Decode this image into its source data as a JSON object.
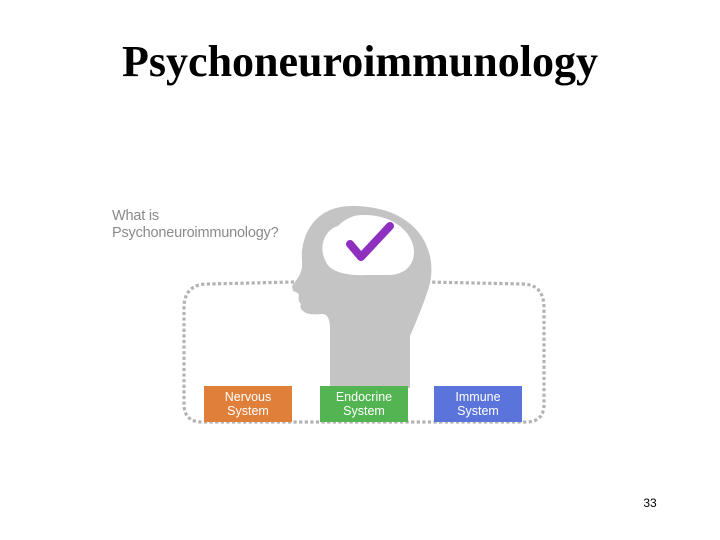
{
  "title": "Psychoneuroimmunology",
  "diagram": {
    "question_line1": "What is",
    "question_line2": "Psychoneuroimmunology?",
    "colors": {
      "head": "#c4c4c4",
      "brain": "#ffffff",
      "check": "#8e2fbf",
      "connector": "#b3b3b3",
      "nervous": "#e07f3a",
      "endocrine": "#52b552",
      "immune": "#5a74dc"
    },
    "systems": [
      {
        "line1": "Nervous",
        "line2": "System",
        "color": "#e07f3a"
      },
      {
        "line1": "Endocrine",
        "line2": "System",
        "color": "#52b552"
      },
      {
        "line1": "Immune",
        "line2": "System",
        "color": "#5a74dc"
      }
    ]
  },
  "page_number": "33"
}
